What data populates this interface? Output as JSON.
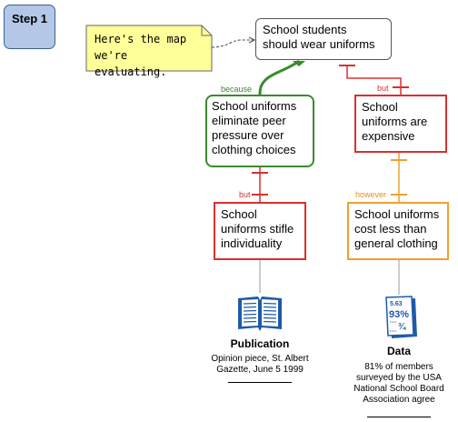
{
  "step_label": "Step 1",
  "note": {
    "line1": "Here's the map",
    "line2": "we're evaluating."
  },
  "claim": {
    "line1": "School students",
    "line2": "should wear uniforms"
  },
  "reason": {
    "connector": "because",
    "lines": [
      "School uniforms",
      "eliminate peer",
      "pressure over",
      "clothing choices"
    ]
  },
  "objection_claim": {
    "connector": "but",
    "lines": [
      "School",
      "uniforms are",
      "expensive"
    ]
  },
  "objection_reason": {
    "connector": "but",
    "lines": [
      "School",
      "uniforms stifle",
      "individuality"
    ]
  },
  "rebuttal": {
    "connector": "however",
    "lines": [
      "School uniforms",
      "cost less than",
      "general clothing"
    ]
  },
  "publication": {
    "title": "Publication",
    "lines": [
      "Opinion piece, St. Albert",
      "Gazette, June 5 1999"
    ]
  },
  "data_source": {
    "title": "Data",
    "icon_text": [
      "5.63",
      "93%",
      "¾"
    ],
    "lines": [
      "81% of members",
      "surveyed by the USA",
      "National School Board",
      "Association agree"
    ]
  },
  "colors": {
    "reason": "#3a8a2e",
    "objection": "#d83030",
    "rebuttal": "#f0a030",
    "note": "#ffff99",
    "step": "#b4c7e7",
    "icon": "#1e5aa8"
  },
  "icons": [
    "book-icon",
    "data-sheet-icon"
  ]
}
